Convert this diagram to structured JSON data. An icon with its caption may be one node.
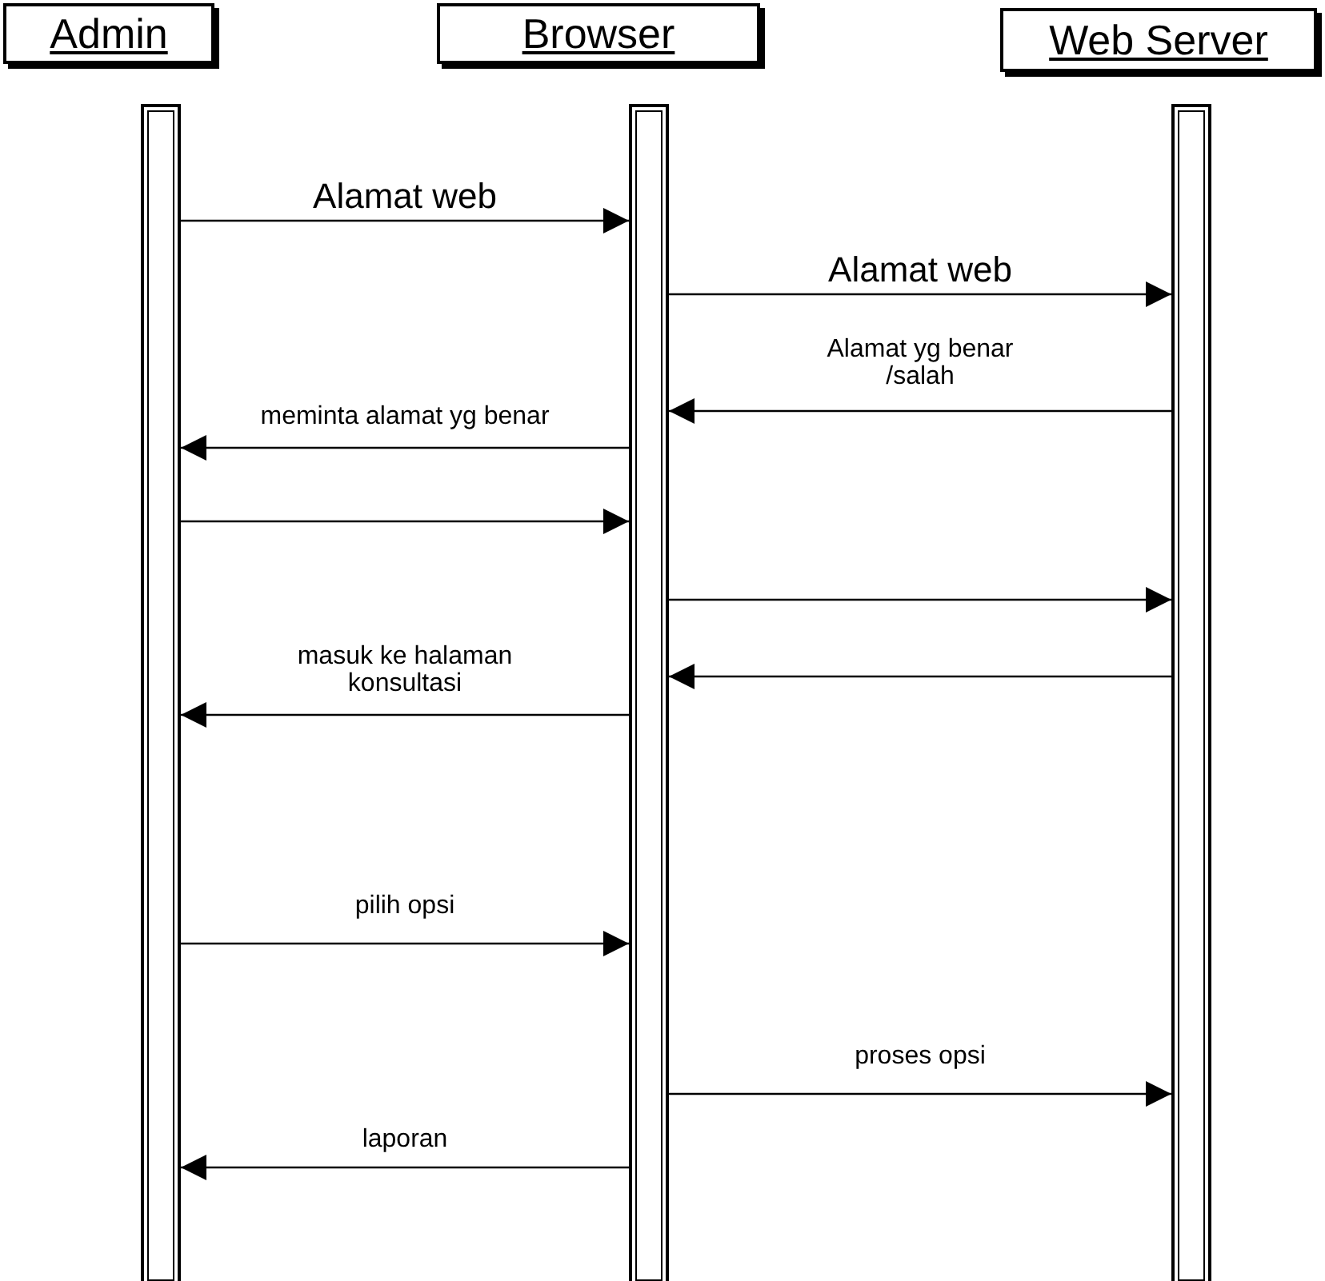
{
  "diagram": {
    "nodes": [
      {
        "text": [
          "Admin"
        ]
      },
      {
        "text": [
          "Browser"
        ]
      },
      {
        "text": [
          "Web Server"
        ]
      },
      {
        "text": [],
        "shape": "bar"
      },
      {
        "text": [],
        "shape": "bar"
      },
      {
        "text": [],
        "shape": "bar"
      }
    ],
    "edges": [
      {
        "from": 3,
        "to": 4,
        "arrow": "to",
        "label": "Alamat web"
      },
      {
        "from": 4,
        "to": 5,
        "arrow": "to",
        "label": "Alamat web"
      },
      {
        "from": 5,
        "to": 4,
        "arrow": "to",
        "label": "Alamat yg benar /salah"
      },
      {
        "from": 4,
        "to": 3,
        "arrow": "to",
        "label": "meminta alamat yg benar"
      },
      {
        "from": 3,
        "to": 4,
        "arrow": "to"
      },
      {
        "from": 4,
        "to": 5,
        "arrow": "to"
      },
      {
        "from": 5,
        "to": 4,
        "arrow": "to"
      },
      {
        "from": 4,
        "to": 3,
        "arrow": "to",
        "label": "masuk ke halaman konsultasi"
      },
      {
        "from": 3,
        "to": 4,
        "arrow": "to",
        "label": "pilih opsi"
      },
      {
        "from": 4,
        "to": 5,
        "arrow": "to",
        "label": "proses opsi"
      },
      {
        "from": 4,
        "to": 3,
        "arrow": "to",
        "label": "laporan"
      }
    ]
  }
}
